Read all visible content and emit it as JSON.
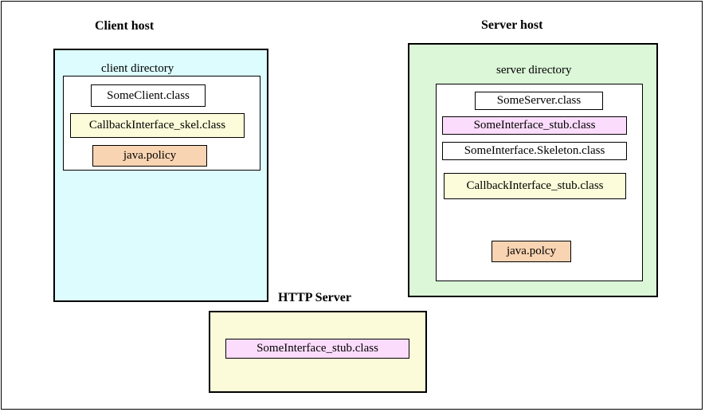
{
  "colors": {
    "client_host_bg": "#dcfcfe",
    "server_host_bg": "#dcf6d8",
    "http_server_bg": "#fbfbd9",
    "class_plain": "#ffffff",
    "class_yellow": "#fcfcda",
    "class_pink": "#fcdcfc",
    "policy_orange": "#f9d4b2"
  },
  "client_host": {
    "title": "Client host",
    "directory": {
      "label": "client directory",
      "files": [
        "SomeClient.class",
        "CallbackInterface_skel.class",
        "java.policy"
      ]
    }
  },
  "server_host": {
    "title": "Server host",
    "directory": {
      "label": "server directory",
      "files": [
        "SomeServer.class",
        "SomeInterface_stub.class",
        "SomeInterface.Skeleton.class",
        "CallbackInterface_stub.class",
        "java.polcy"
      ]
    }
  },
  "http_server": {
    "title": "HTTP Server",
    "files": [
      "SomeInterface_stub.class"
    ]
  }
}
